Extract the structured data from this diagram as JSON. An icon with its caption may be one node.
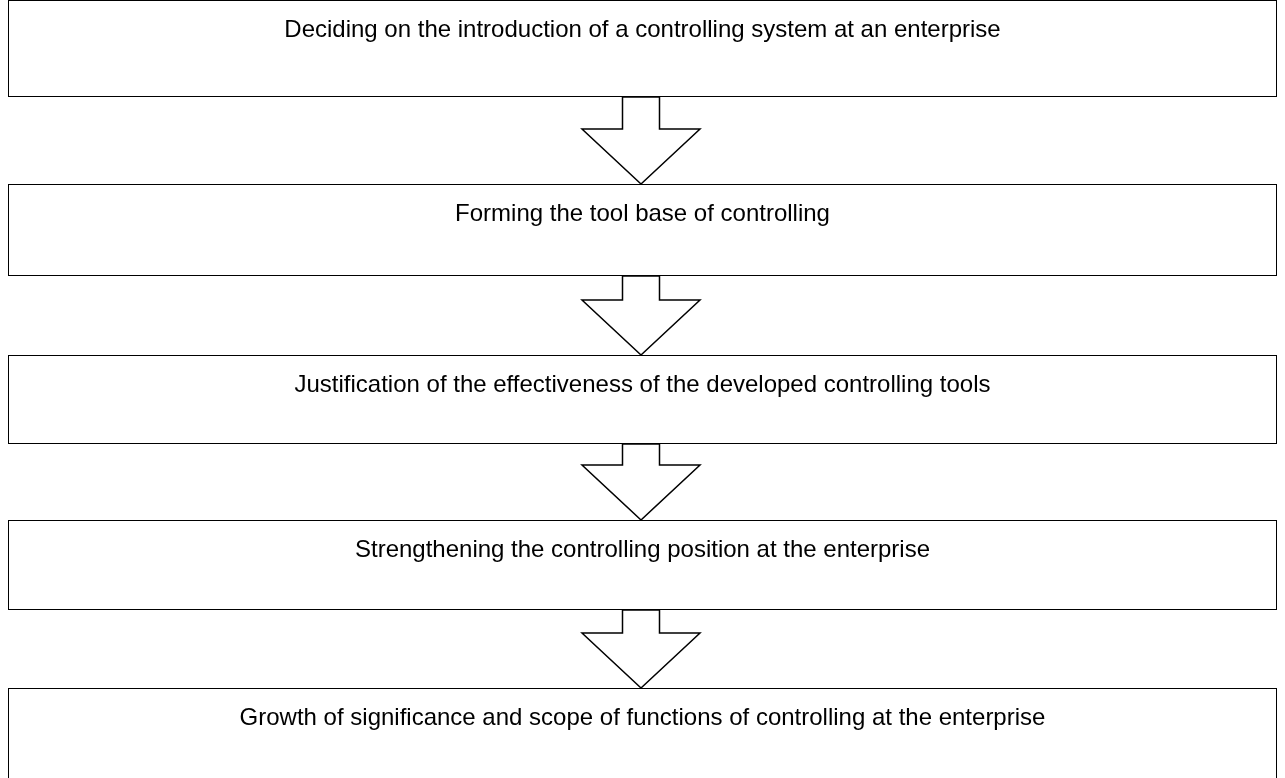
{
  "diagram": {
    "nodes": [
      {
        "text": [
          "Deciding on the introduction of a controlling system at an enterprise"
        ]
      },
      {
        "text": [
          "Forming the tool base of controlling"
        ]
      },
      {
        "text": [
          "Justification of the effectiveness of the developed controlling tools"
        ]
      },
      {
        "text": [
          "Strengthening the controlling position at the enterprise"
        ]
      },
      {
        "text": [
          "Growth of significance and scope of functions of controlling at the enterprise"
        ]
      }
    ],
    "edges": [
      {
        "from": 0,
        "to": 1,
        "arrow": "to"
      },
      {
        "from": 1,
        "to": 2,
        "arrow": "to"
      },
      {
        "from": 2,
        "to": 3,
        "arrow": "to"
      },
      {
        "from": 3,
        "to": 4,
        "arrow": "to"
      }
    ]
  }
}
